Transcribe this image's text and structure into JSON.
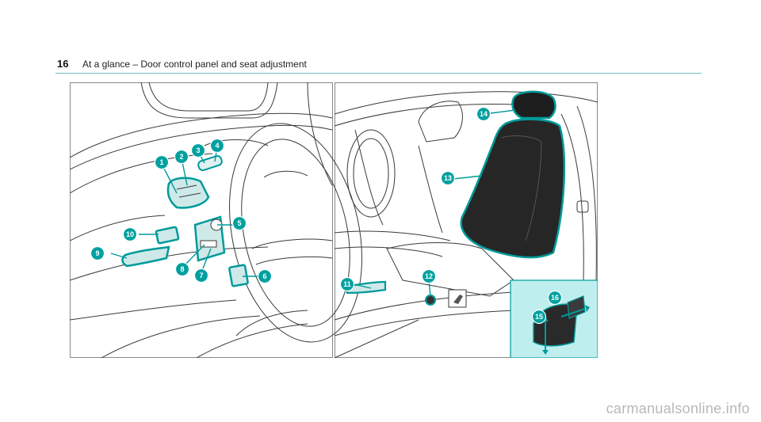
{
  "header": {
    "page_number": "16",
    "title": "At a glance – Door control panel and seat adjustment"
  },
  "callouts": [
    "1",
    "2",
    "3",
    "4",
    "5",
    "6",
    "7",
    "8",
    "9",
    "10",
    "11",
    "12",
    "13",
    "14",
    "15",
    "16"
  ],
  "colors": {
    "accent": "#009a9a",
    "accent_light": "#bfeeee",
    "line": "#3a3a3a"
  },
  "watermark": "carmanualsonline.info"
}
